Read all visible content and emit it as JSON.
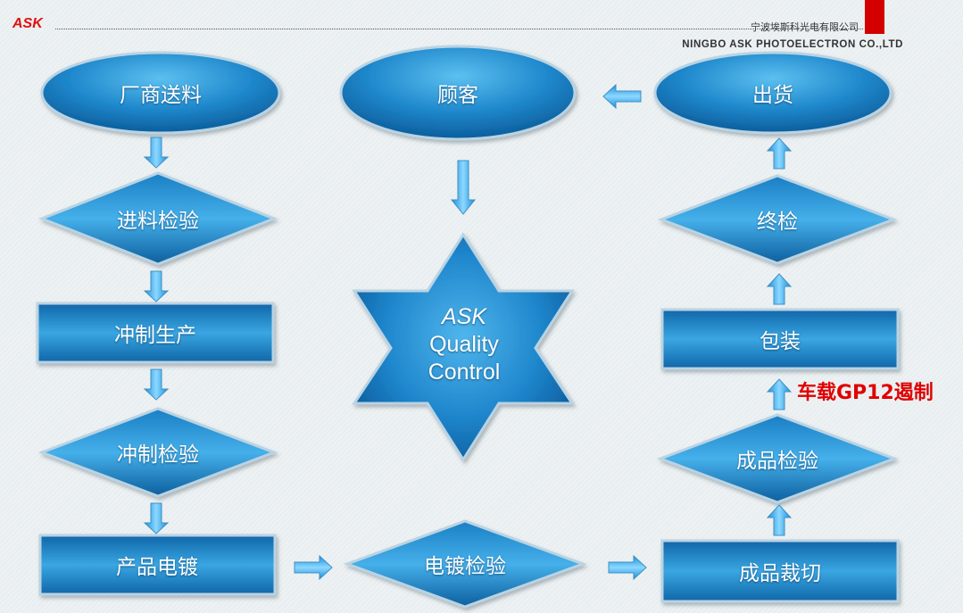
{
  "header": {
    "logo": "ASK",
    "company_cn": "宁波埃斯科光电有限公司",
    "company_en": "NINGBO ASK PHOTOELECTRON CO.,LTD"
  },
  "colors": {
    "node_light": "#4fb2e8",
    "node_dark": "#0a5fa0",
    "node_border": "#b9d3e3",
    "arrow_light": "#8cd8ff",
    "arrow_dark": "#1a8fdc",
    "accent_red": "#e00000"
  },
  "flow": {
    "left_column": [
      {
        "id": "supplier-delivery",
        "shape": "ellipse",
        "label": "厂商送料"
      },
      {
        "id": "incoming-inspection",
        "shape": "diamond",
        "label": "进料检验"
      },
      {
        "id": "stamping-production",
        "shape": "rectangle",
        "label": "冲制生产"
      },
      {
        "id": "stamping-inspection",
        "shape": "diamond",
        "label": "冲制检验"
      },
      {
        "id": "product-plating",
        "shape": "rectangle",
        "label": "产品电镀"
      }
    ],
    "center_column": [
      {
        "id": "customer",
        "shape": "ellipse",
        "label": "顾客"
      },
      {
        "id": "quality-control",
        "shape": "star",
        "brand": "ASK",
        "line1": "Quality",
        "line2": "Control"
      },
      {
        "id": "plating-inspection",
        "shape": "diamond",
        "label": "电镀检验"
      }
    ],
    "right_column": [
      {
        "id": "shipping",
        "shape": "ellipse",
        "label": "出货"
      },
      {
        "id": "final-inspection",
        "shape": "diamond",
        "label": "终检"
      },
      {
        "id": "packaging",
        "shape": "rectangle",
        "label": "包装"
      },
      {
        "id": "finished-inspection",
        "shape": "diamond",
        "label": "成品检验"
      },
      {
        "id": "finished-cutting",
        "shape": "rectangle",
        "label": "成品裁切"
      }
    ],
    "annotation": "车载GP12遏制"
  }
}
